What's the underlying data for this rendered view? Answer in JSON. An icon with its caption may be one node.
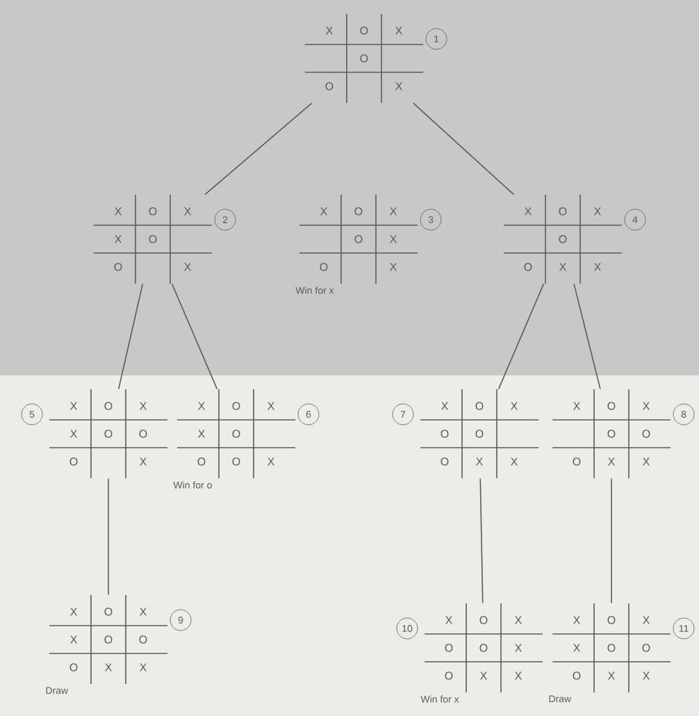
{
  "diagram": {
    "nodes": [
      {
        "text": [
          "1"
        ]
      },
      {
        "text": [
          "X"
        ],
        "in": 0
      },
      {
        "text": [
          "O"
        ],
        "in": 0
      },
      {
        "text": [
          "X"
        ],
        "in": 0
      },
      {
        "text": [
          "O"
        ],
        "in": 0
      },
      {
        "text": [
          "O"
        ],
        "in": 0
      },
      {
        "text": [
          "X"
        ],
        "in": 0
      },
      {
        "text": [
          "2"
        ]
      },
      {
        "text": [
          "X"
        ],
        "in": 7
      },
      {
        "text": [
          "O"
        ],
        "in": 7
      },
      {
        "text": [
          "X"
        ],
        "in": 7
      },
      {
        "text": [
          "X"
        ],
        "in": 7
      },
      {
        "text": [
          "O"
        ],
        "in": 7
      },
      {
        "text": [
          "O"
        ],
        "in": 7
      },
      {
        "text": [
          "X"
        ],
        "in": 7
      },
      {
        "text": [
          "3"
        ],
        "beside": [
          "Win for x"
        ]
      },
      {
        "text": [
          "X"
        ],
        "in": 15
      },
      {
        "text": [
          "O"
        ],
        "in": 15
      },
      {
        "text": [
          "X"
        ],
        "in": 15
      },
      {
        "text": [
          "O"
        ],
        "in": 15
      },
      {
        "text": [
          "X"
        ],
        "in": 15
      },
      {
        "text": [
          "O"
        ],
        "in": 15
      },
      {
        "text": [
          "X"
        ],
        "in": 15
      },
      {
        "text": [
          "4"
        ]
      },
      {
        "text": [
          "X"
        ],
        "in": 23
      },
      {
        "text": [
          "O"
        ],
        "in": 23
      },
      {
        "text": [
          "X"
        ],
        "in": 23
      },
      {
        "text": [
          "O"
        ],
        "in": 23
      },
      {
        "text": [
          "O"
        ],
        "in": 23
      },
      {
        "text": [
          "X"
        ],
        "in": 23
      },
      {
        "text": [
          "X"
        ],
        "in": 23
      },
      {
        "text": [
          "5"
        ]
      },
      {
        "text": [
          "X"
        ],
        "in": 31
      },
      {
        "text": [
          "O"
        ],
        "in": 31
      },
      {
        "text": [
          "X"
        ],
        "in": 31
      },
      {
        "text": [
          "X"
        ],
        "in": 31
      },
      {
        "text": [
          "O"
        ],
        "in": 31
      },
      {
        "text": [
          "O"
        ],
        "in": 31
      },
      {
        "text": [
          "O"
        ],
        "in": 31
      },
      {
        "text": [
          "X"
        ],
        "in": 31
      },
      {
        "text": [
          "6"
        ],
        "beside": [
          "Win for o"
        ]
      },
      {
        "text": [
          "X"
        ],
        "in": 40
      },
      {
        "text": [
          "O"
        ],
        "in": 40
      },
      {
        "text": [
          "X"
        ],
        "in": 40
      },
      {
        "text": [
          "X"
        ],
        "in": 40
      },
      {
        "text": [
          "O"
        ],
        "in": 40
      },
      {
        "text": [
          "O"
        ],
        "in": 40
      },
      {
        "text": [
          "O"
        ],
        "in": 40
      },
      {
        "text": [
          "X"
        ],
        "in": 40
      },
      {
        "text": [
          "7"
        ]
      },
      {
        "text": [
          "X"
        ],
        "in": 49
      },
      {
        "text": [
          "O"
        ],
        "in": 49
      },
      {
        "text": [
          "X"
        ],
        "in": 49
      },
      {
        "text": [
          "O"
        ],
        "in": 49
      },
      {
        "text": [
          "O"
        ],
        "in": 49
      },
      {
        "text": [
          "O"
        ],
        "in": 49
      },
      {
        "text": [
          "X"
        ],
        "in": 49
      },
      {
        "text": [
          "X"
        ],
        "in": 49
      },
      {
        "text": [
          "8"
        ]
      },
      {
        "text": [
          "X"
        ],
        "in": 58
      },
      {
        "text": [
          "O"
        ],
        "in": 58
      },
      {
        "text": [
          "X"
        ],
        "in": 58
      },
      {
        "text": [
          "O"
        ],
        "in": 58
      },
      {
        "text": [
          "O"
        ],
        "in": 58
      },
      {
        "text": [
          "O"
        ],
        "in": 58
      },
      {
        "text": [
          "X"
        ],
        "in": 58
      },
      {
        "text": [
          "X"
        ],
        "in": 58
      },
      {
        "text": [
          "9"
        ],
        "beside": [
          "Draw"
        ]
      },
      {
        "text": [
          "X"
        ],
        "in": 67
      },
      {
        "text": [
          "O"
        ],
        "in": 67
      },
      {
        "text": [
          "X"
        ],
        "in": 67
      },
      {
        "text": [
          "X"
        ],
        "in": 67
      },
      {
        "text": [
          "O"
        ],
        "in": 67
      },
      {
        "text": [
          "O"
        ],
        "in": 67
      },
      {
        "text": [
          "O"
        ],
        "in": 67
      },
      {
        "text": [
          "X"
        ],
        "in": 67
      },
      {
        "text": [
          "X"
        ],
        "in": 67
      },
      {
        "text": [
          "10"
        ],
        "beside": [
          "Win for x"
        ]
      },
      {
        "text": [
          "X"
        ],
        "in": 77
      },
      {
        "text": [
          "O"
        ],
        "in": 77
      },
      {
        "text": [
          "X"
        ],
        "in": 77
      },
      {
        "text": [
          "O"
        ],
        "in": 77
      },
      {
        "text": [
          "O"
        ],
        "in": 77
      },
      {
        "text": [
          "X"
        ],
        "in": 77
      },
      {
        "text": [
          "O"
        ],
        "in": 77
      },
      {
        "text": [
          "X"
        ],
        "in": 77
      },
      {
        "text": [
          "X"
        ],
        "in": 77
      },
      {
        "text": [
          "11"
        ],
        "beside": [
          "Draw"
        ]
      },
      {
        "text": [
          "X"
        ],
        "in": 87
      },
      {
        "text": [
          "O"
        ],
        "in": 87
      },
      {
        "text": [
          "X"
        ],
        "in": 87
      },
      {
        "text": [
          "X"
        ],
        "in": 87
      },
      {
        "text": [
          "O"
        ],
        "in": 87
      },
      {
        "text": [
          "O"
        ],
        "in": 87
      },
      {
        "text": [
          "O"
        ],
        "in": 87
      },
      {
        "text": [
          "X"
        ],
        "in": 87
      },
      {
        "text": [
          "X"
        ],
        "in": 87
      }
    ],
    "edges": [
      {
        "from": 0,
        "to": 7,
        "arrow": "none"
      },
      {
        "from": 0,
        "to": 23,
        "arrow": "none"
      },
      {
        "from": 7,
        "to": 31,
        "arrow": "none"
      },
      {
        "from": 7,
        "to": 40,
        "arrow": "none"
      },
      {
        "from": 23,
        "to": 49,
        "arrow": "none"
      },
      {
        "from": 23,
        "to": 58,
        "arrow": "none"
      },
      {
        "from": 31,
        "to": 67,
        "arrow": "none"
      },
      {
        "from": 49,
        "to": 77,
        "arrow": "none"
      },
      {
        "from": 58,
        "to": 87,
        "arrow": "none"
      }
    ]
  }
}
